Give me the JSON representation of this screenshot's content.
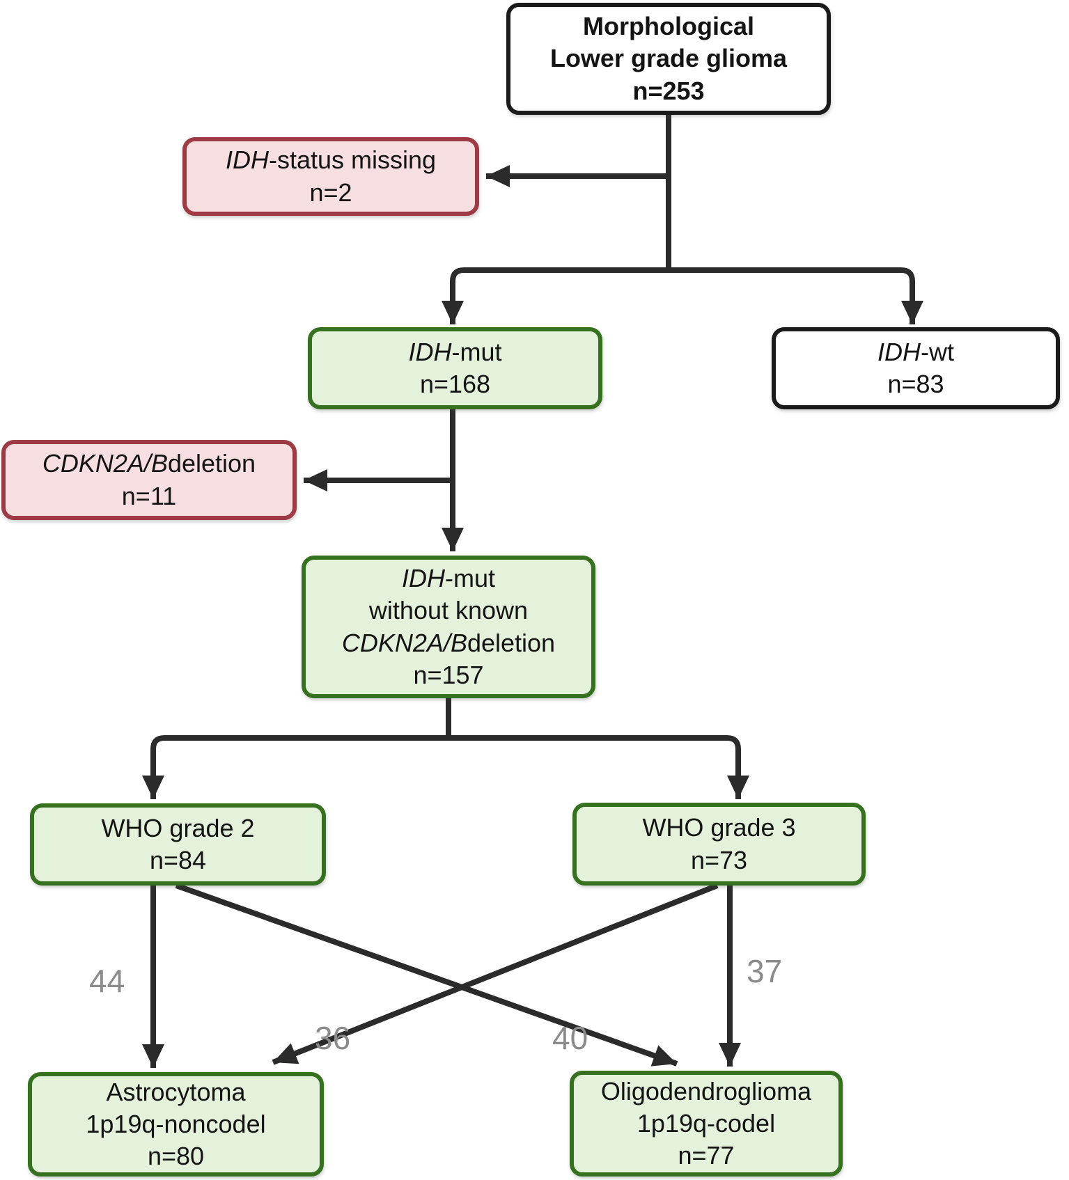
{
  "diagram": {
    "type": "flowchart",
    "description": "Patient selection flow for lower grade glioma cohort"
  },
  "colors": {
    "green_fill": "#e4f2dc",
    "green_border": "#36711f",
    "red_fill": "#f7dee0",
    "red_border": "#9d3a44",
    "neutral_border": "#1b1b1b",
    "connector": "#2b2b2b",
    "edge_label": "#8b8b8b"
  },
  "boxes": {
    "root": {
      "lines": [
        {
          "t": "Morphological"
        },
        {
          "t": "Lower grade glioma"
        },
        {
          "t": "n=253"
        }
      ]
    },
    "idh_missing": {
      "lines": [
        {
          "i": "IDH",
          "t": "-status missing"
        },
        {
          "t": "n=2"
        }
      ]
    },
    "idh_mut": {
      "lines": [
        {
          "i": "IDH",
          "t": "-mut"
        },
        {
          "t": "n=168"
        }
      ]
    },
    "idh_wt": {
      "lines": [
        {
          "i": "IDH",
          "t": "-wt"
        },
        {
          "t": "n=83"
        }
      ]
    },
    "cdkn_deletion": {
      "lines": [
        {
          "i": "CDKN2A/B",
          "t": "deletion"
        },
        {
          "t": "n=11"
        }
      ]
    },
    "idh_mut_without_del": {
      "lines": [
        {
          "i": "IDH",
          "t": "-mut"
        },
        {
          "t": "without known"
        },
        {
          "i": "CDKN2A/B",
          "t": "deletion"
        },
        {
          "t": "n=157"
        }
      ]
    },
    "who_grade2": {
      "lines": [
        {
          "t": "WHO grade 2"
        },
        {
          "t": "n=84"
        }
      ]
    },
    "who_grade3": {
      "lines": [
        {
          "t": "WHO grade 3"
        },
        {
          "t": "n=73"
        }
      ]
    },
    "astrocytoma": {
      "lines": [
        {
          "t": "Astrocytoma"
        },
        {
          "t": "1p19q-noncodel"
        },
        {
          "t": "n=80"
        }
      ]
    },
    "oligodendroglioma": {
      "lines": [
        {
          "t": "Oligodendroglioma"
        },
        {
          "t": "1p19q-codel"
        },
        {
          "t": "n=77"
        }
      ]
    }
  },
  "edge_labels": {
    "who2_to_astro": "44",
    "who3_to_astro": "36",
    "who2_to_oligo": "40",
    "who3_to_oligo": "37"
  }
}
